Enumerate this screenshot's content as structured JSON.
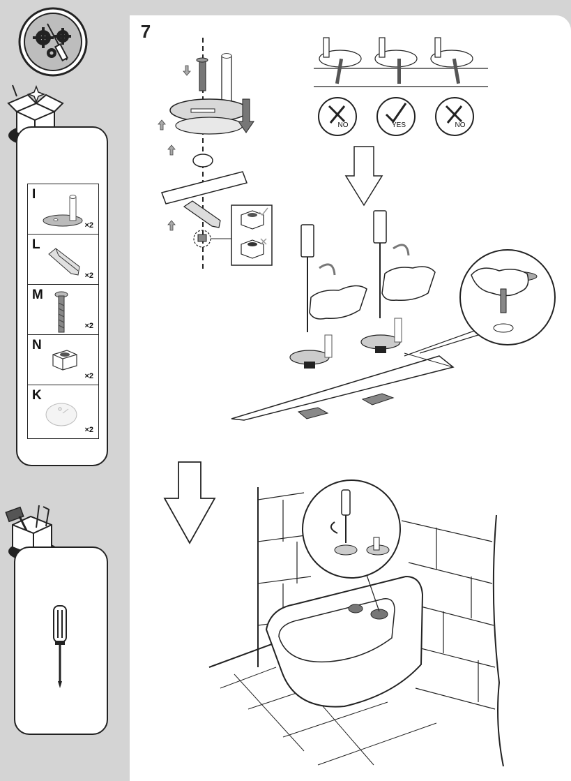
{
  "step": {
    "number": "7"
  },
  "parts": [
    {
      "letter": "I",
      "qty": "×2",
      "icon": "hinge-post-icon"
    },
    {
      "letter": "L",
      "qty": "×2",
      "icon": "wedge-anchor-icon"
    },
    {
      "letter": "M",
      "qty": "×2",
      "icon": "bolt-icon"
    },
    {
      "letter": "N",
      "qty": "×2",
      "icon": "square-nut-icon"
    },
    {
      "letter": "K",
      "qty": "×2",
      "icon": "disc-icon"
    }
  ],
  "verdicts": [
    {
      "label": "NO",
      "mark": "cross"
    },
    {
      "label": "YES",
      "mark": "check"
    },
    {
      "label": "NO",
      "mark": "cross"
    }
  ],
  "tools": [
    {
      "icon": "screwdriver-icon"
    }
  ],
  "colors": {
    "background": "#d4d4d4",
    "panel": "#ffffff",
    "ink": "#222222",
    "badge": "#bdbdbd"
  }
}
